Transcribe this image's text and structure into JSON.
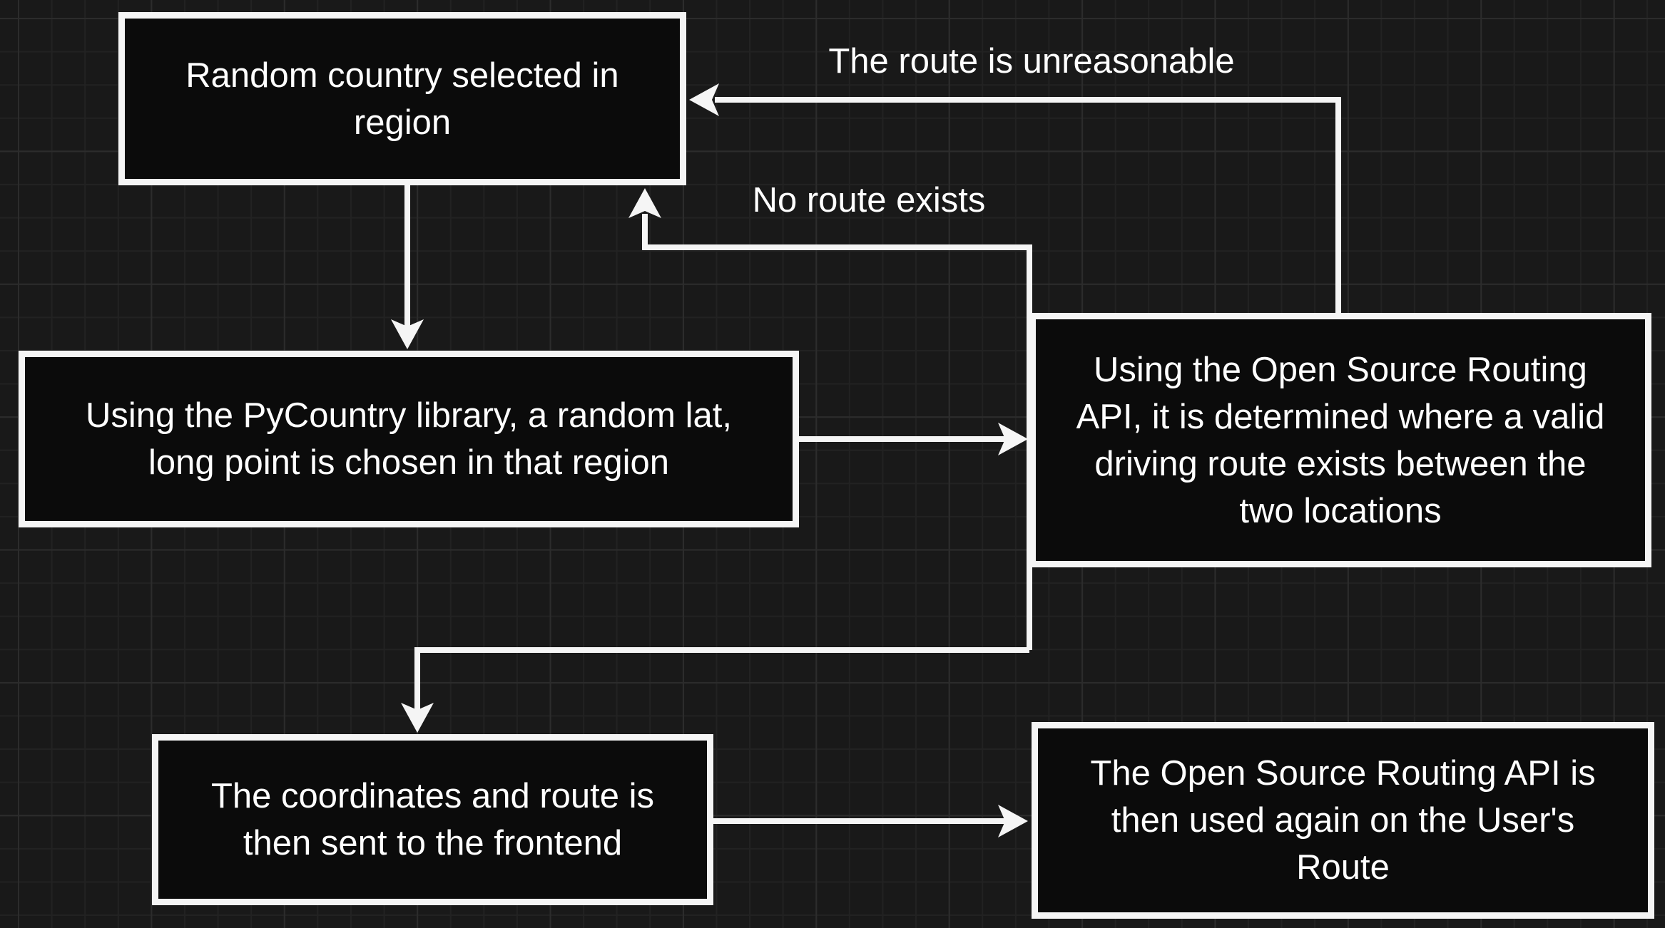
{
  "diagram": {
    "type": "flowchart",
    "colors": {
      "background": "#191919",
      "grid_minor": "#222222",
      "grid_major": "#2c2c2c",
      "node_fill": "#0b0b0b",
      "node_border": "#f5f5f5",
      "connector": "#f5f5f5",
      "text": "#ffffff"
    },
    "nodes": {
      "random_country": {
        "label": "Random country selected in\nregion"
      },
      "pycountry_point": {
        "label": "Using the PyCountry library, a random lat,\nlong point is chosen in that region"
      },
      "osrm_check": {
        "label": "Using the Open Source Routing\nAPI, it is determined where a valid\ndriving route exists between the\ntwo locations"
      },
      "send_frontend": {
        "label": "The coordinates and route is\nthen sent to the frontend"
      },
      "osrm_user_route": {
        "label": "The Open Source Routing API is\nthen used again on the User's\nRoute"
      }
    },
    "edge_labels": {
      "route_unreasonable": "The route is unreasonable",
      "no_route": "No route exists"
    },
    "edges": [
      {
        "from": "random_country",
        "to": "pycountry_point"
      },
      {
        "from": "pycountry_point",
        "to": "osrm_check"
      },
      {
        "from": "osrm_check",
        "to": "random_country",
        "label": "The route is unreasonable"
      },
      {
        "from": "osrm_check",
        "to": "random_country",
        "label": "No route exists"
      },
      {
        "from": "osrm_check",
        "to": "send_frontend"
      },
      {
        "from": "send_frontend",
        "to": "osrm_user_route"
      }
    ]
  }
}
